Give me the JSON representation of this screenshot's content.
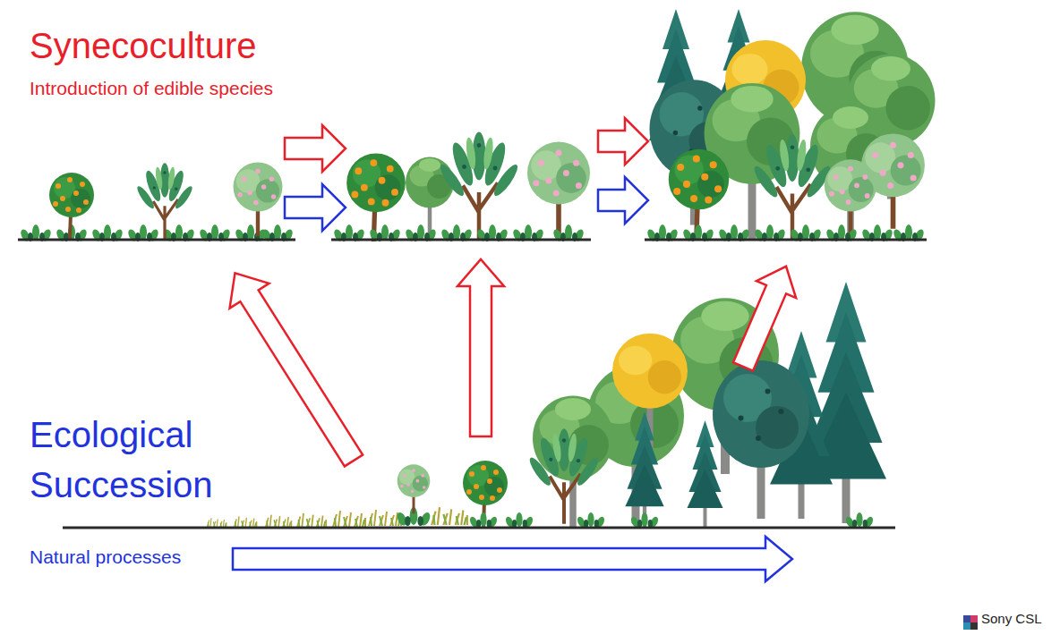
{
  "diagram": {
    "labels": [
      "Synecoculture",
      "Introduction of edible species",
      "Ecological Succession",
      "Natural processes",
      "Sony CSL"
    ]
  }
}
